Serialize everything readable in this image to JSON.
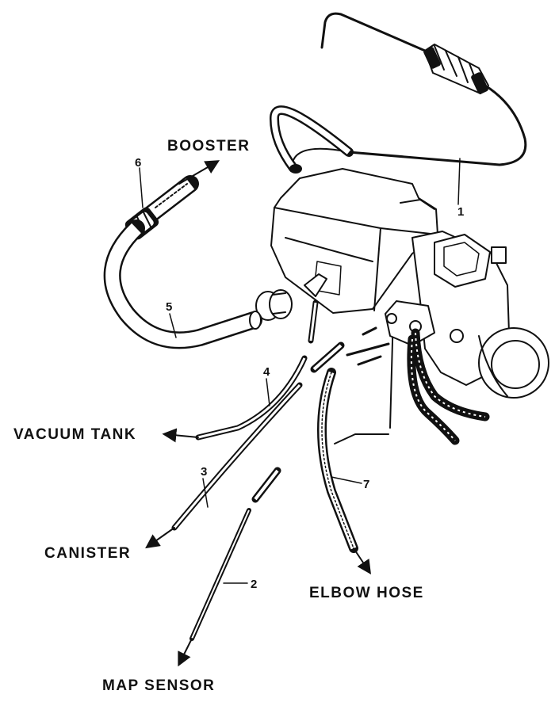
{
  "labels": {
    "booster": "BOOSTER",
    "vacuum_tank": "VACUUM TANK",
    "canister": "CANISTER",
    "elbow_hose": "ELBOW HOSE",
    "map_sensor": "MAP SENSOR"
  },
  "callouts": {
    "n1": "1",
    "n2": "2",
    "n3": "3",
    "n4": "4",
    "n5": "5",
    "n6": "6",
    "n7": "7"
  }
}
